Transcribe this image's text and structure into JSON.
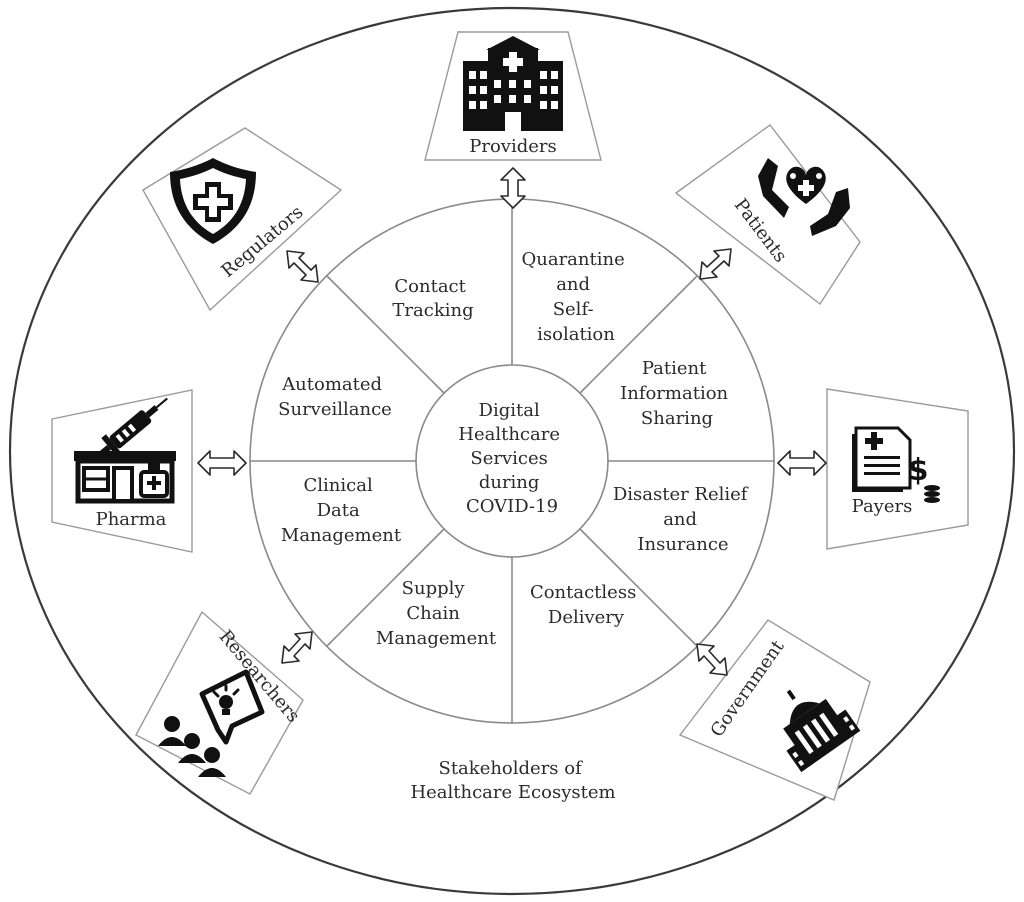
{
  "center": {
    "lines": [
      "Digital",
      "Healthcare",
      "Services",
      "during",
      "COVID-19"
    ]
  },
  "segments": [
    {
      "lines": [
        "Contact",
        "Tracking"
      ]
    },
    {
      "lines": [
        "Quarantine",
        "and",
        "Self-",
        "isolation"
      ]
    },
    {
      "lines": [
        "Patient",
        "Information",
        "Sharing"
      ]
    },
    {
      "lines": [
        "Disaster Relief",
        "and",
        "Insurance"
      ]
    },
    {
      "lines": [
        "Contactless",
        "Delivery"
      ]
    },
    {
      "lines": [
        "Supply",
        "Chain",
        "Management"
      ]
    },
    {
      "lines": [
        "Clinical",
        "Data",
        "Management"
      ]
    },
    {
      "lines": [
        "Automated",
        "Surveillance"
      ]
    }
  ],
  "stakeholders": [
    {
      "label": "Providers",
      "icon": "hospital-icon"
    },
    {
      "label": "Patients",
      "icon": "care-hands-icon"
    },
    {
      "label": "Payers",
      "icon": "invoice-dollar-icon"
    },
    {
      "label": "Government",
      "icon": "capitol-building-icon"
    },
    {
      "label": "Researchers",
      "icon": "idea-presentation-icon"
    },
    {
      "label": "Pharma",
      "icon": "pharmacy-syringe-icon"
    },
    {
      "label": "Regulators",
      "icon": "shield-cross-icon"
    }
  ],
  "footer": {
    "lines": [
      "Stakeholders of",
      "Healthcare Ecosystem"
    ]
  }
}
